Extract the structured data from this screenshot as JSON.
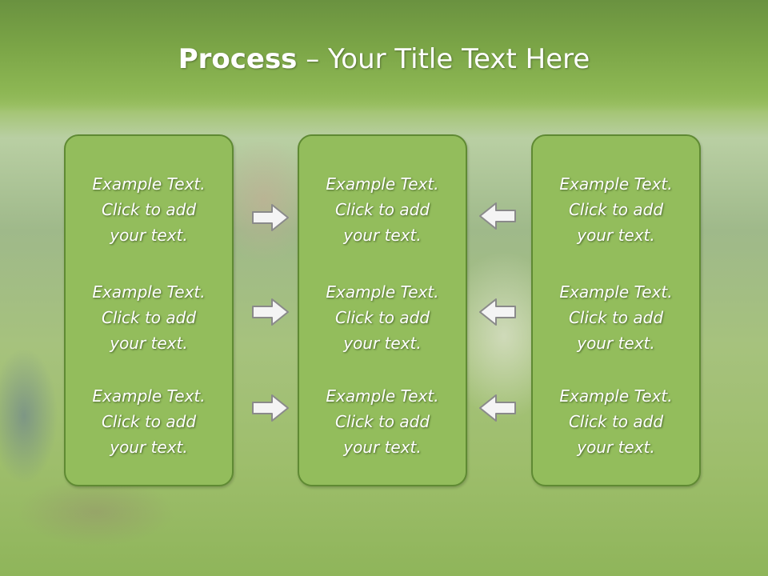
{
  "slide": {
    "title_bold": "Process",
    "title_rest": " – Your Title Text Here"
  },
  "columns": [
    {
      "items": [
        "Example Text.\nClick  to add\nyour text.",
        "Example Text.\nClick  to add\nyour text.",
        "Example Text.\nClick  to add\nyour text."
      ]
    },
    {
      "items": [
        "Example Text.\nClick  to add\nyour text.",
        "Example Text.\nClick  to add\nyour text.",
        "Example Text.\nClick  to add\nyour text."
      ]
    },
    {
      "items": [
        "Example Text.\nClick  to add\nyour text.",
        "Example Text.\nClick  to add\nyour text.",
        "Example Text.\nClick  to add\nyour text."
      ]
    }
  ],
  "arrows": {
    "left_group": "arrow-right-icon",
    "right_group": "arrow-left-icon"
  },
  "colors": {
    "panel_fill": "#93bd5c",
    "panel_border": "#5f8a33",
    "title_text": "#ffffff"
  }
}
